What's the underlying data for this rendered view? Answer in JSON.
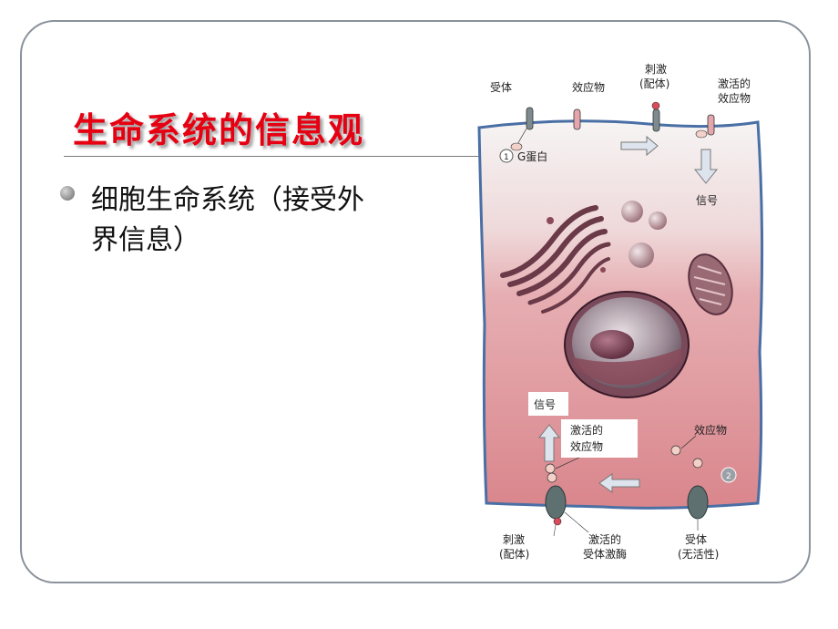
{
  "slide": {
    "title": "生命系统的信息观",
    "bullet": "细胞生命系统（接受外界信息）"
  },
  "diagram": {
    "labels": {
      "receptor_top": "受体",
      "effector_top": "效应物",
      "stimulus_top_1": "刺激",
      "stimulus_top_2": "(配体)",
      "activated_effector_top_1": "激活的",
      "activated_effector_top_2": "效应物",
      "step1_number": "1",
      "g_protein": "G蛋白",
      "signal_top": "信号",
      "signal_bottom": "信号",
      "activated_effector_mid_1": "激活的",
      "activated_effector_mid_2": "效应物",
      "effector_mid": "效应物",
      "step2_number": "2",
      "stimulus_bottom_1": "刺激",
      "stimulus_bottom_2": "(配体)",
      "activated_receptor_enzyme_1": "激活的",
      "activated_receptor_enzyme_2": "受体激酶",
      "receptor_inactive_1": "受体",
      "receptor_inactive_2": "(无活性)"
    },
    "colors": {
      "title": "#e60012",
      "membrane": "#4a6fa5",
      "cytoplasm_top": "#f4f2f2",
      "cytoplasm_bottom": "#d9868c"
    }
  }
}
